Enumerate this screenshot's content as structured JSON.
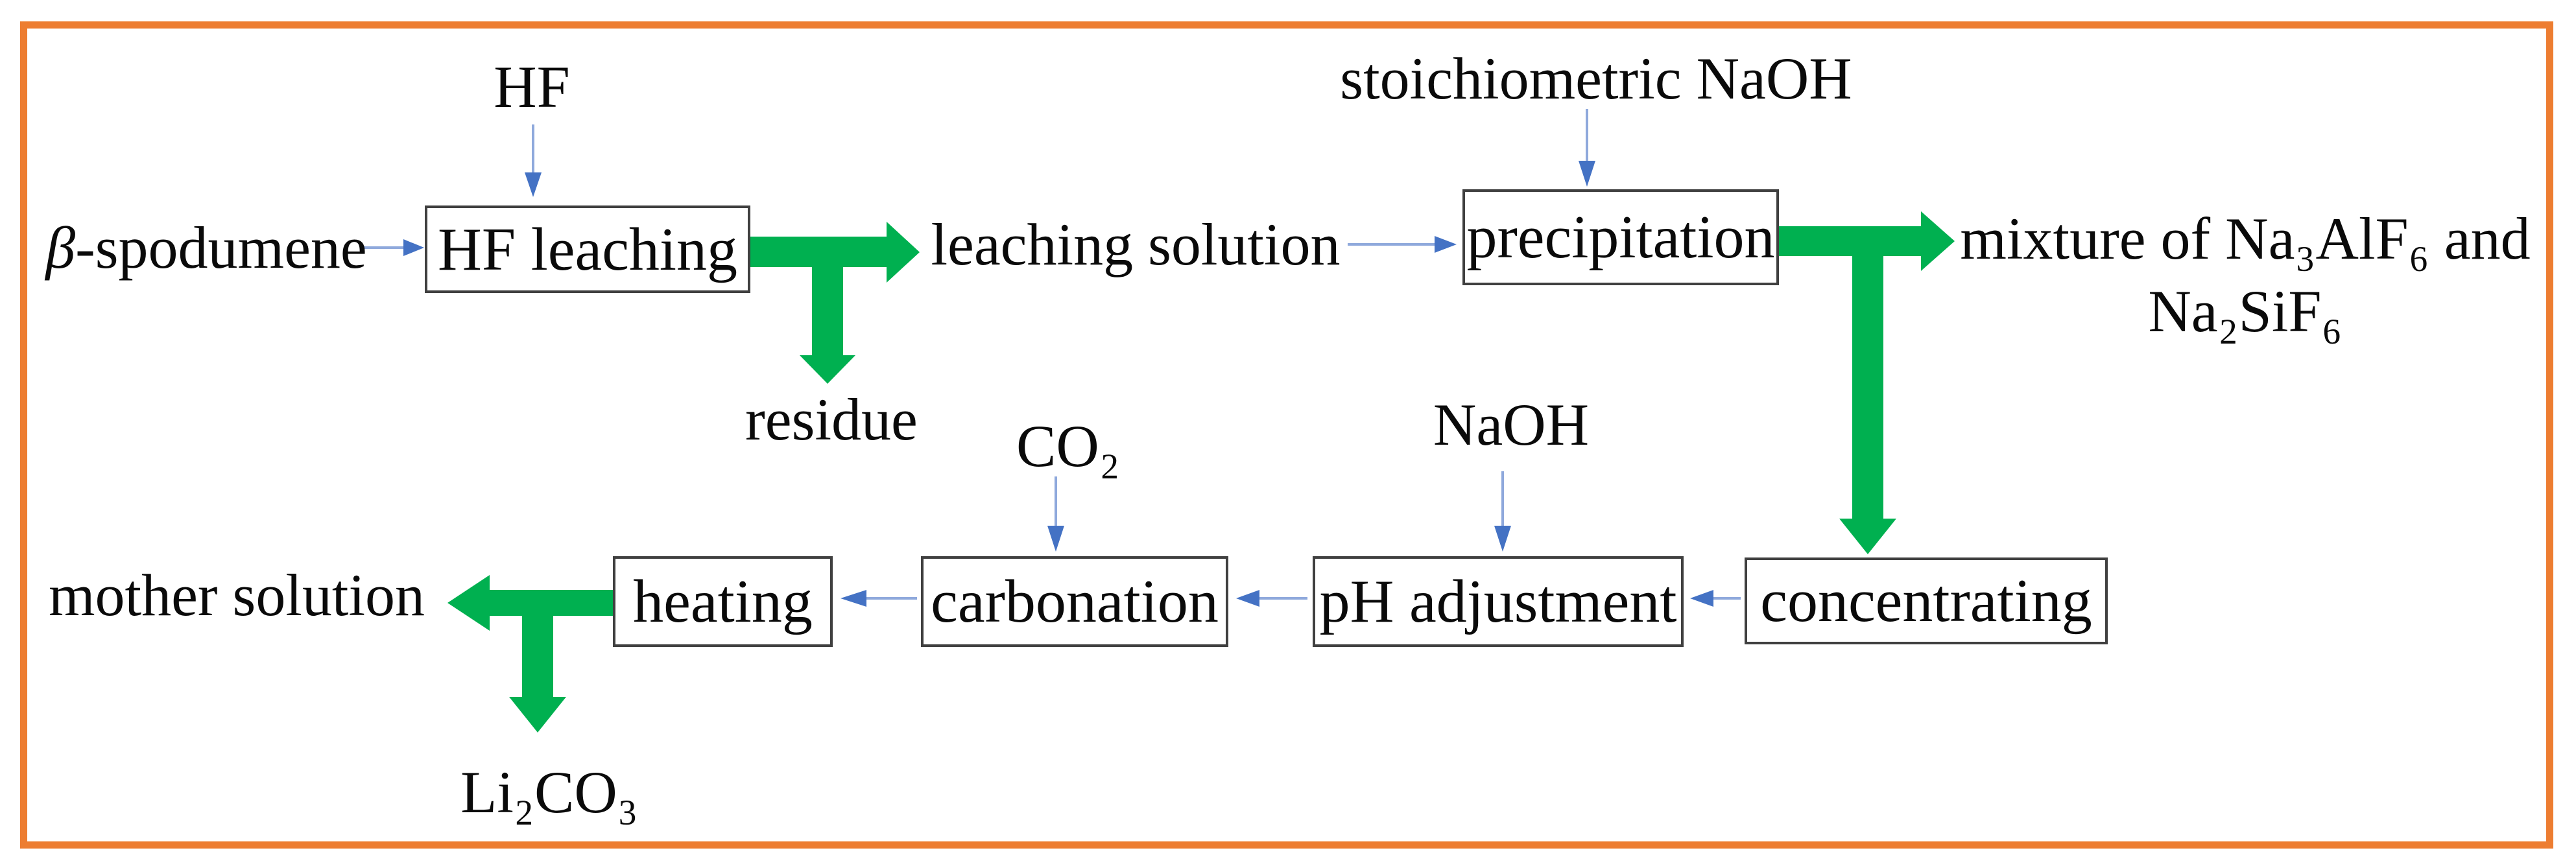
{
  "colors": {
    "flow_green": "#00B050",
    "arrow_blue_head": "#4472C4",
    "arrow_blue_line": "#8FA9DC",
    "box_border": "#404040",
    "frame_orange": "#ED7D31",
    "text_color": "#0a0a0a"
  },
  "nodes": {
    "hf_leaching": "HF leaching",
    "precipitation": "precipitation",
    "heating": "heating",
    "carbonation": "carbonation",
    "ph_adjustment": "pH adjustment",
    "concentrating": "concentrating"
  },
  "labels": {
    "hf": "HF",
    "beta": "β",
    "beta_suffix": "-spodumene",
    "leaching_solution": "leaching solution",
    "stoichiometric_naoh": "stoichiometric NaOH",
    "mixture_line1": "mixture of Na₃AlF₆ and",
    "mixture_line2": "Na₂SiF₆",
    "residue": "residue",
    "co2": "CO₂",
    "naoh": "NaOH",
    "mother_solution": "mother solution",
    "li2co3": "Li₂CO₃"
  }
}
